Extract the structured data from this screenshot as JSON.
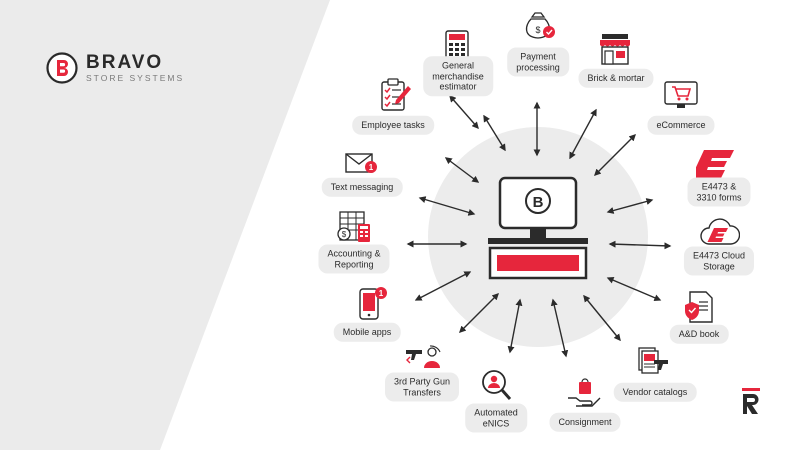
{
  "brand": {
    "name": "BRAVO",
    "tagline": "STORE SYSTEMS"
  },
  "colors": {
    "accent": "#e6263c",
    "dark": "#2b2b2b",
    "panel": "#ebebeb",
    "pill": "#ececec",
    "circle": "#ececec"
  },
  "features": {
    "general_merchandise": "General\nmerchandise\nestimator",
    "payment_processing": "Payment\nprocessing",
    "brick_mortar": "Brick & mortar",
    "ecommerce": "eCommerce",
    "e4473_3310": "E4473 &\n3310 forms",
    "e4473_cloud": "E4473 Cloud\nStorage",
    "ad_book": "A&D book",
    "vendor_catalogs": "Vendor catalogs",
    "consignment": "Consignment",
    "automated_enics": "Automated\neNICS",
    "gun_transfers": "3rd Party Gun\nTransfers",
    "mobile_apps": "Mobile apps",
    "accounting": "Accounting &\nReporting",
    "text_messaging": "Text messaging",
    "employee_tasks": "Employee tasks"
  },
  "badges": {
    "text_messaging": "1",
    "mobile_apps": "1"
  },
  "icons": {
    "brand_logo": "bravo-b-logo",
    "center": "pos-terminal-icon",
    "general_merchandise": "calculator-icon",
    "payment_processing": "money-bag-icon",
    "brick_mortar": "storefront-icon",
    "ecommerce": "shopping-cart-icon",
    "e4473_3310": "e-form-icon",
    "e4473_cloud": "cloud-e-icon",
    "ad_book": "shield-document-icon",
    "vendor_catalogs": "catalog-gun-icon",
    "consignment": "hand-bag-icon",
    "automated_enics": "magnifier-person-icon",
    "gun_transfers": "gun-transfer-icon",
    "mobile_apps": "mobile-phone-icon",
    "accounting": "spreadsheet-calculator-icon",
    "text_messaging": "envelope-icon",
    "employee_tasks": "clipboard-checklist-icon",
    "corner": "r-mark-icon"
  }
}
